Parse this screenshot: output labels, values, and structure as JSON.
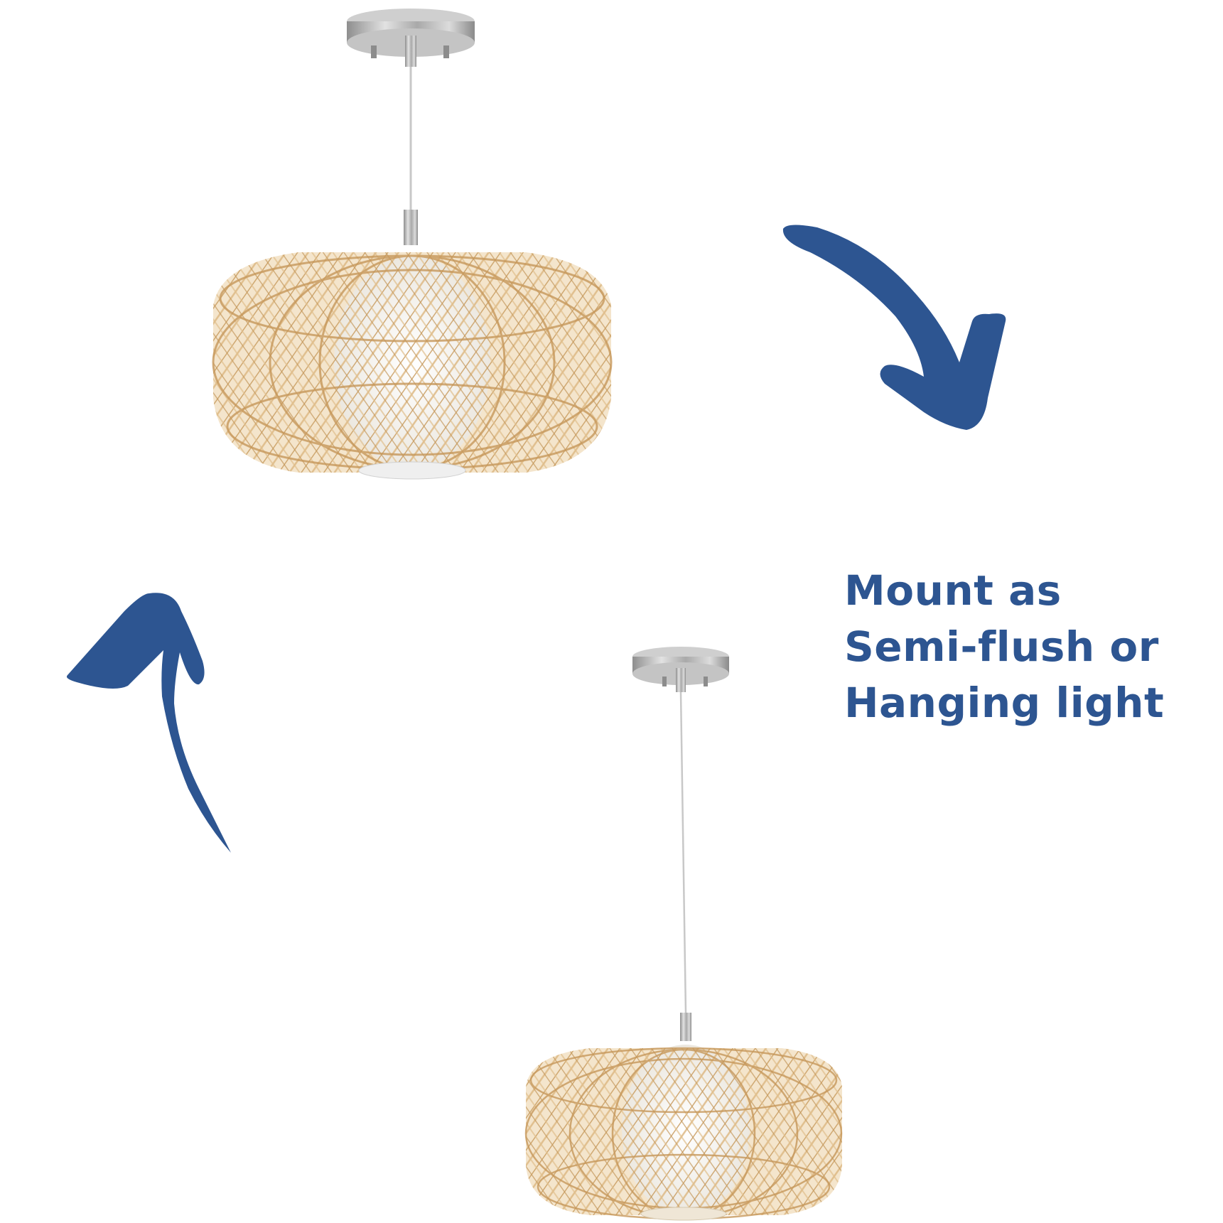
{
  "caption": {
    "lines": [
      "Mount as",
      "Semi-flush or",
      "Hanging light"
    ]
  },
  "colors": {
    "accent_blue": "#2d5591",
    "rattan": "#d9b27a",
    "rattan_dark": "#b98d52",
    "metal": "#b9b9b9",
    "shade_white": "#f6f4f0",
    "background": "#ffffff"
  },
  "figures": {
    "top_lamp": {
      "label": "semi-flush-mount-lamp"
    },
    "bottom_lamp": {
      "label": "hanging-pendant-lamp"
    }
  },
  "icons": {
    "arrow_right": "curved-arrow-down-right",
    "arrow_left": "curved-arrow-up-left"
  }
}
